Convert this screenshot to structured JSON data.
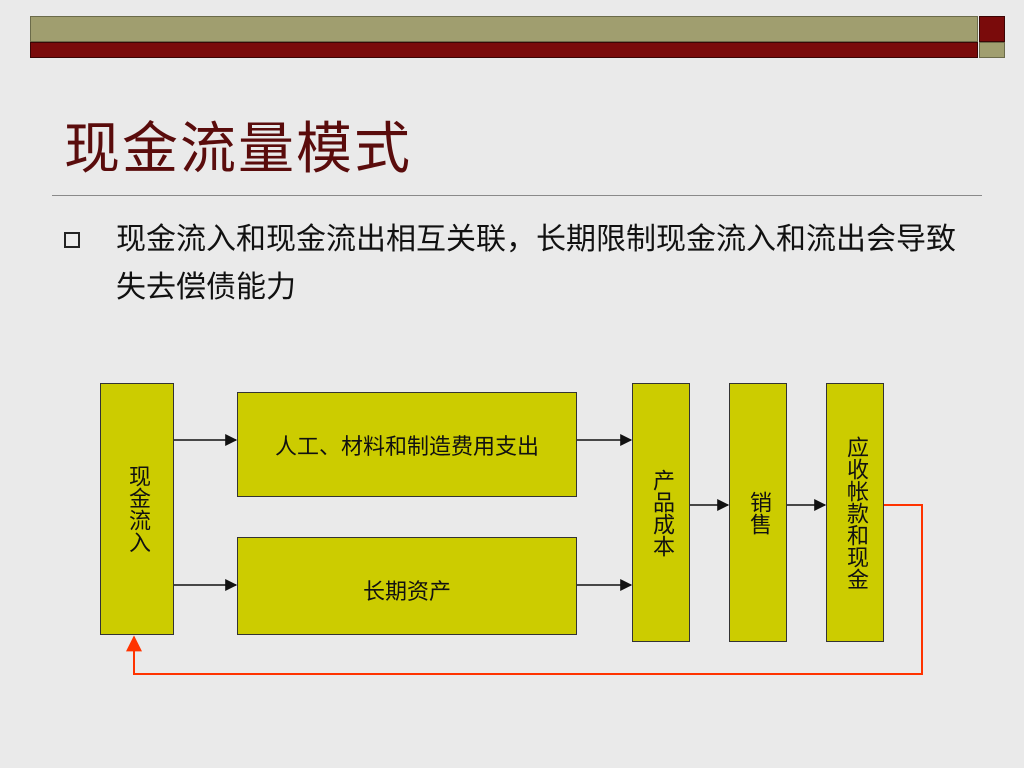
{
  "slide": {
    "title": "现金流量模式",
    "bullet": "现金流入和现金流出相互关联，长期限制现金流入和流出会导致失去偿债能力"
  },
  "diagram": {
    "cash_inflow": "现金流入",
    "labor_materials": "人工、材料和制造费用支出",
    "long_term_assets": "长期资产",
    "product_cost": "产品成本",
    "sales": "销售",
    "receivables_cash": "应收帐款和现金"
  },
  "colors": {
    "box_fill": "#cccc00",
    "feedback_line": "#ff3300",
    "title_color": "#5a0c0c",
    "header_olive": "#a09e6f",
    "header_maroon": "#7a0b0b"
  }
}
